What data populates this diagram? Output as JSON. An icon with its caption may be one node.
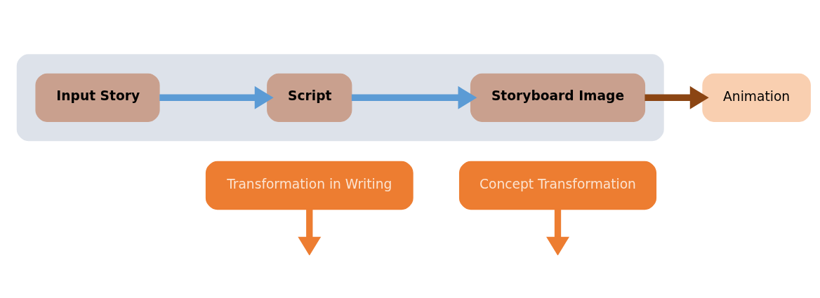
{
  "diagram": {
    "nodes": [
      {
        "text": [],
        "shape": "box"
      },
      {
        "text": [
          "Transformation in Writing"
        ]
      },
      {
        "text": [
          "Concept Transformation"
        ]
      },
      {
        "text": [
          "Input Story"
        ],
        "in": 0
      },
      {
        "text": [
          "Script"
        ],
        "in": 0
      },
      {
        "text": [
          "Storyboard Image"
        ],
        "in": 0
      },
      {
        "text": [
          "Animation"
        ]
      }
    ],
    "edges": [
      {
        "from": 1,
        "to": null,
        "arrow": "to",
        "color": "#ed7d31"
      },
      {
        "from": 2,
        "to": null,
        "arrow": "to",
        "color": "#ed7d31"
      },
      {
        "from": 3,
        "to": 4,
        "arrow": "to",
        "color": "#5b9bd5"
      },
      {
        "from": 4,
        "to": 5,
        "arrow": "to",
        "color": "#5b9bd5"
      },
      {
        "from": 5,
        "to": 6,
        "arrow": "to",
        "color": "#8b4513"
      }
    ]
  }
}
